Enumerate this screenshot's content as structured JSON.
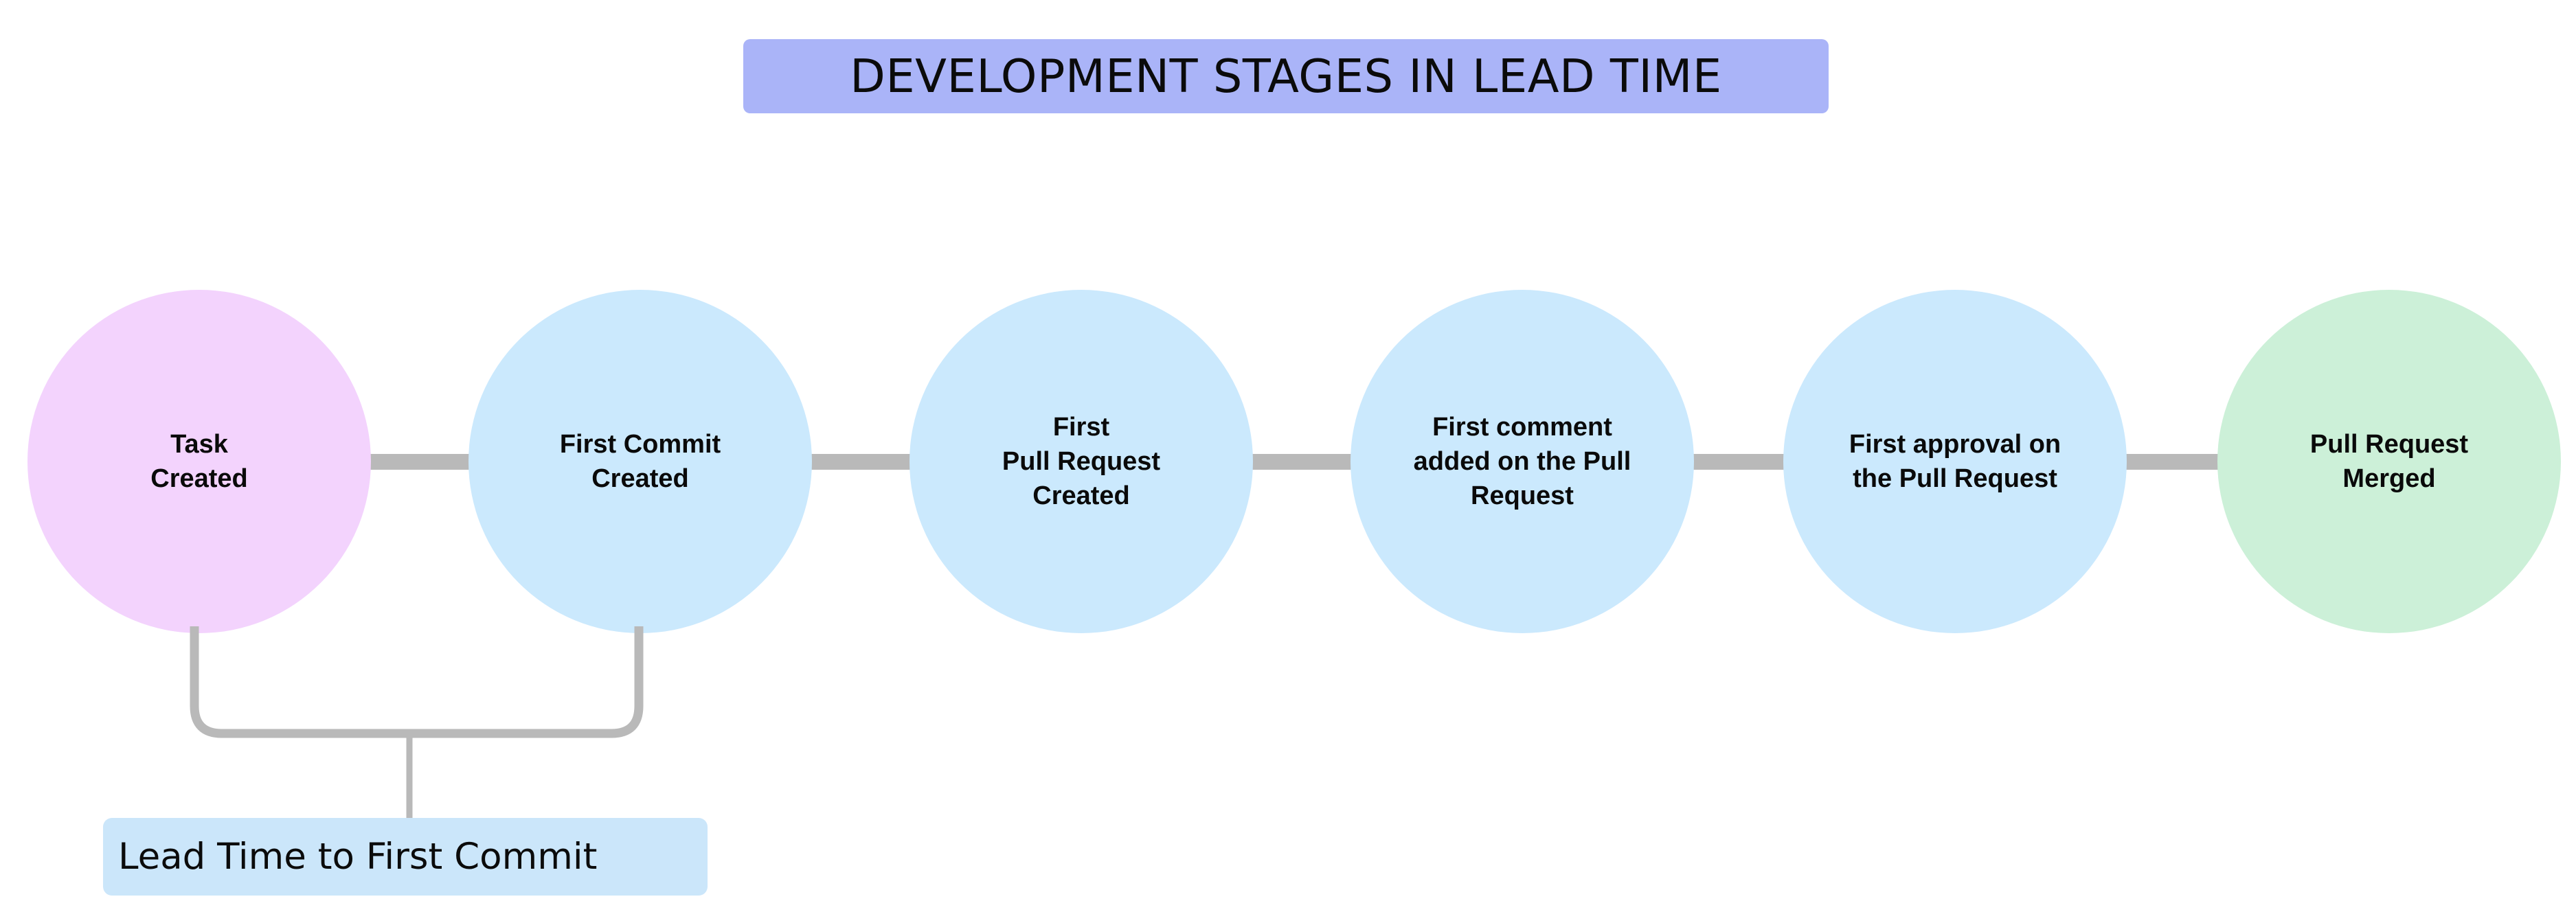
{
  "diagram": {
    "title": "DEVELOPMENT STAGES IN LEAD TIME",
    "title_bg": "#aab4f8",
    "background": "#ffffff",
    "connector_color": "#b9b9b9",
    "stages": [
      {
        "id": "task-created",
        "label": "Task\nCreated",
        "color": "#f3d3fd"
      },
      {
        "id": "first-commit",
        "label": "First Commit\nCreated",
        "color": "#cbe9fd"
      },
      {
        "id": "first-pr-created",
        "label": "First\nPull Request\nCreated",
        "color": "#cbe9fd"
      },
      {
        "id": "first-comment",
        "label": "First comment\nadded on the Pull\nRequest",
        "color": "#cbe9fd"
      },
      {
        "id": "first-approval",
        "label": "First approval on\nthe Pull Request",
        "color": "#cbe9fd"
      },
      {
        "id": "pr-merged",
        "label": "Pull Request\nMerged",
        "color": "#ccf0d8"
      }
    ],
    "measure": {
      "label": "Lead Time to First Commit",
      "bg": "#cbe6fa",
      "spans_from": "task-created",
      "spans_to": "first-commit"
    }
  }
}
